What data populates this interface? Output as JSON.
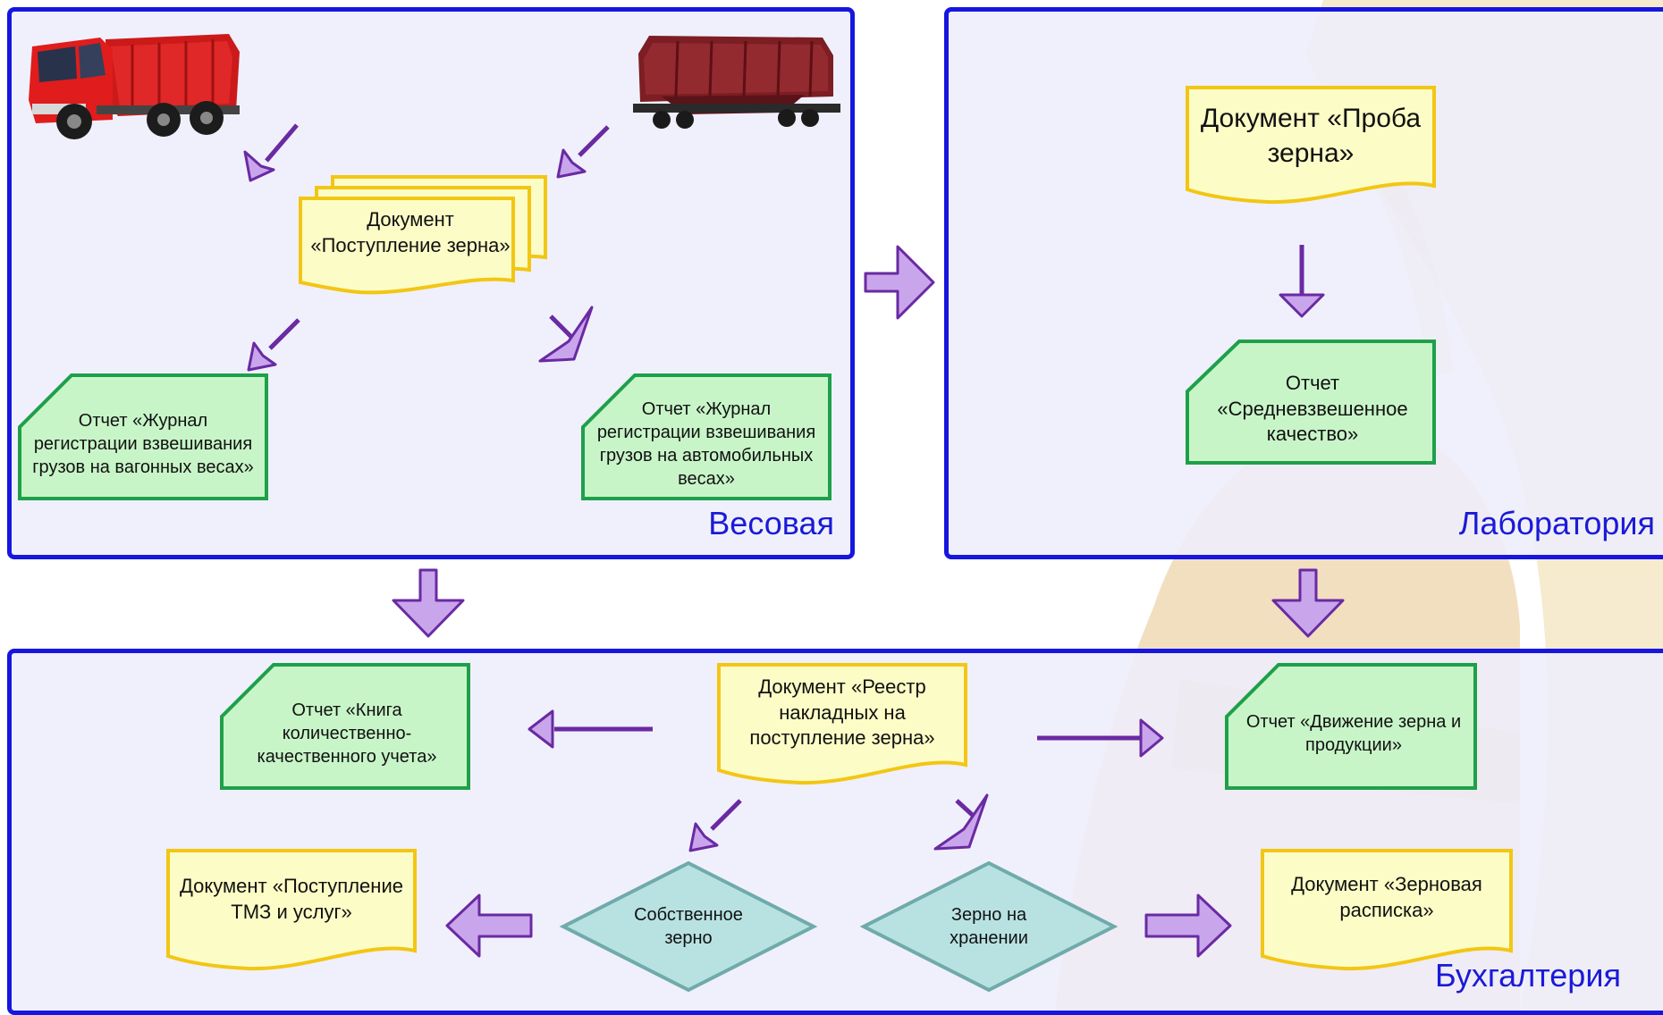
{
  "colors": {
    "panel_border": "#1616e0",
    "panel_fill": "#eeeefc",
    "label_text": "#1a1ad8",
    "doc_fill": "#fcfcc6",
    "doc_stroke": "#f2c614",
    "report_fill": "#c8f5c8",
    "report_stroke": "#1ea04a",
    "decision_fill": "#b8e2e2",
    "decision_stroke": "#70aaaa",
    "arrow_fill": "#c9a6ec",
    "arrow_stroke": "#6a2aa2",
    "watermark": "#e6c58c"
  },
  "panels": {
    "scales": {
      "label": "Весовая"
    },
    "lab": {
      "label": "Лаборатория"
    },
    "accounting": {
      "label": "Бухгалтерия"
    }
  },
  "images": {
    "truck": "dump-truck",
    "railcar": "hopper-railcar"
  },
  "scales": {
    "doc_receipt": "Документ «Поступление зерна»",
    "report_wagon": "Отчет «Журнал регистрации взвешивания грузов на вагонных весах»",
    "report_auto": "Отчет «Журнал регистрации взвешивания грузов на автомобильных весах»"
  },
  "lab": {
    "doc_sample": "Документ «Проба зерна»",
    "report_quality": "Отчет «Средневзвешенное качество»"
  },
  "accounting": {
    "doc_register": "Документ «Реестр накладных на поступление зерна»",
    "report_book": "Отчет «Книга количественно-качественного учета»",
    "report_movement": "Отчет «Движение зерна и продукции»",
    "decision_own": "Собственное зерно",
    "decision_storage": "Зерно на хранении",
    "doc_tmz": "Документ «Поступление ТМЗ и услуг»",
    "doc_warrant": "Документ «Зерновая расписка»"
  }
}
